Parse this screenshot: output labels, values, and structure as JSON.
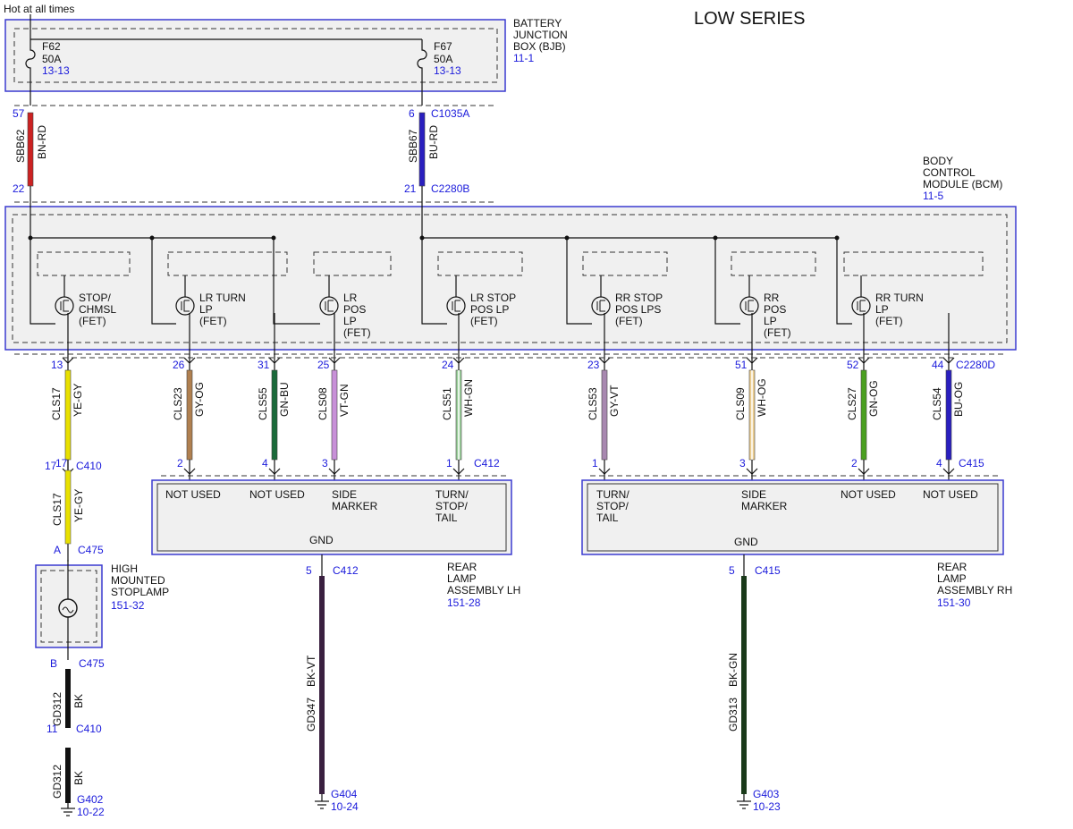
{
  "title": "LOW SERIES",
  "hot_label": "Hot at all times",
  "bjb": {
    "lines": [
      "BATTERY",
      "JUNCTION",
      "BOX (BJB)"
    ],
    "ref": "11-1",
    "fuses": [
      {
        "name": "F62",
        "rating": "50A",
        "ref": "13-13"
      },
      {
        "name": "F67",
        "rating": "50A",
        "ref": "13-13"
      }
    ]
  },
  "bcm": {
    "lines": [
      "BODY",
      "CONTROL",
      "MODULE (BCM)"
    ],
    "ref": "11-5",
    "outputs": [
      {
        "lines": [
          "STOP/",
          "CHMSL",
          "(FET)"
        ]
      },
      {
        "lines": [
          "LR TURN",
          "LP",
          "(FET)"
        ]
      },
      {
        "lines": [
          "LR",
          "POS",
          "LP",
          "(FET)"
        ]
      },
      {
        "lines": [
          "LR STOP",
          "POS LP",
          "(FET)"
        ]
      },
      {
        "lines": [
          "RR STOP",
          "POS LPS",
          "(FET)"
        ]
      },
      {
        "lines": [
          "RR",
          "POS",
          "LP",
          "(FET)"
        ]
      },
      {
        "lines": [
          "RR TURN",
          "LP",
          "(FET)"
        ]
      }
    ]
  },
  "feed_wires": [
    {
      "circuit": "SBB62",
      "color": "BN-RD",
      "hex": "#cc2222",
      "pin_top": "57",
      "pin_bottom": "22",
      "connector_top": "",
      "connector_bottom": ""
    },
    {
      "circuit": "SBB67",
      "color": "BU-RD",
      "hex": "#2a1fbf",
      "pin_top": "6",
      "pin_bottom": "21",
      "connector_top": "C1035A",
      "connector_bottom": "C2280B"
    }
  ],
  "output_wires": [
    {
      "pin": "13",
      "circuit": "CLS17",
      "color": "YE-GY",
      "hex": "#e8e000",
      "connector": "",
      "end_pin": "17"
    },
    {
      "pin": "26",
      "circuit": "CLS23",
      "color": "GY-OG",
      "hex": "#b08050",
      "connector": "",
      "end_pin": "2"
    },
    {
      "pin": "31",
      "circuit": "CLS55",
      "color": "GN-BU",
      "hex": "#1a6a3a",
      "connector": "",
      "end_pin": "4"
    },
    {
      "pin": "25",
      "circuit": "CLS08",
      "color": "VT-GN",
      "hex": "#c890d8",
      "connector": "",
      "end_pin": "3"
    },
    {
      "pin": "24",
      "circuit": "CLS51",
      "color": "WH-GN",
      "hex": "#9ad09a",
      "connector": "",
      "end_pin": "1"
    },
    {
      "pin": "23",
      "circuit": "CLS53",
      "color": "GY-VT",
      "hex": "#a888b0",
      "connector": "",
      "end_pin": "1"
    },
    {
      "pin": "51",
      "circuit": "CLS09",
      "color": "WH-OG",
      "hex": "#f0d090",
      "connector": "",
      "end_pin": "3"
    },
    {
      "pin": "52",
      "circuit": "CLS27",
      "color": "GN-OG",
      "hex": "#4aa020",
      "connector": "",
      "end_pin": "2"
    },
    {
      "pin": "44",
      "circuit": "CLS54",
      "color": "BU-OG",
      "hex": "#2a1fbf",
      "connector": "C2280D",
      "end_pin": "4"
    }
  ],
  "connectors": {
    "c410": "C410",
    "c412": "C412",
    "c415": "C415",
    "c475": "C475"
  },
  "chmsl_wire": {
    "circuit": "CLS17",
    "color": "YE-GY",
    "pin_top": "17",
    "pin_bottom": "A"
  },
  "stoplamp": {
    "lines": [
      "HIGH",
      "MOUNTED",
      "STOPLAMP"
    ],
    "ref": "151-32",
    "pin_b": "B"
  },
  "ground_wires": [
    {
      "circuit": "GD312",
      "color": "BK",
      "hex": "#111111",
      "pin": "11"
    },
    {
      "circuit": "GD312",
      "color": "BK",
      "hex": "#111111",
      "ground": "G402",
      "ref": "10-22"
    },
    {
      "circuit": "GD347",
      "color": "BK-VT",
      "hex": "#3a2040",
      "pin": "5",
      "ground": "G404",
      "ref": "10-24"
    },
    {
      "circuit": "GD313",
      "color": "BK-GN",
      "hex": "#1a3a1a",
      "pin": "5",
      "ground": "G403",
      "ref": "10-23"
    }
  ],
  "lamp_lh": {
    "lines": [
      "REAR",
      "LAMP",
      "ASSEMBLY LH"
    ],
    "ref": "151-28",
    "gnd": "GND",
    "terminals": [
      {
        "lines": [
          "NOT USED"
        ]
      },
      {
        "lines": [
          "NOT USED"
        ]
      },
      {
        "lines": [
          "SIDE",
          "MARKER"
        ]
      },
      {
        "lines": [
          "TURN/",
          "STOP/",
          "TAIL"
        ]
      }
    ]
  },
  "lamp_rh": {
    "lines": [
      "REAR",
      "LAMP",
      "ASSEMBLY RH"
    ],
    "ref": "151-30",
    "gnd": "GND",
    "terminals": [
      {
        "lines": [
          "TURN/",
          "STOP/",
          "TAIL"
        ]
      },
      {
        "lines": [
          "SIDE",
          "MARKER"
        ]
      },
      {
        "lines": [
          "NOT USED"
        ]
      },
      {
        "lines": [
          "NOT USED"
        ]
      }
    ]
  },
  "colors": {
    "accent": "#1a1adb",
    "box_border": "#3a3ad0",
    "box_fill": "#f0f0f0"
  }
}
